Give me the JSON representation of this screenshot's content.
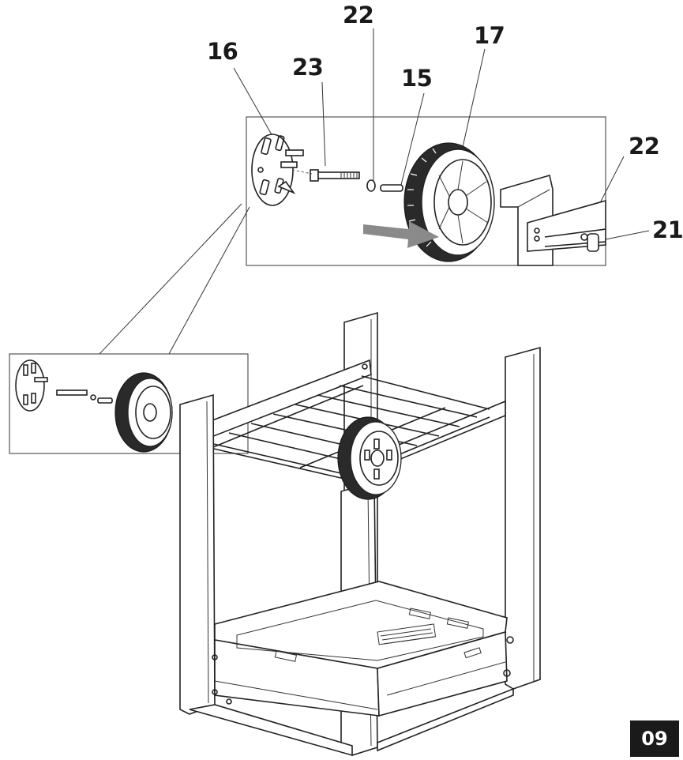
{
  "callouts": {
    "part_16": "16",
    "part_23": "23",
    "part_22_top": "22",
    "part_15": "15",
    "part_17": "17",
    "part_22_right": "22",
    "part_21": "21"
  },
  "page_number": "09",
  "colors": {
    "line": "#222222",
    "arrow": "#8a8a8a",
    "badge": "#1a1a1a"
  }
}
